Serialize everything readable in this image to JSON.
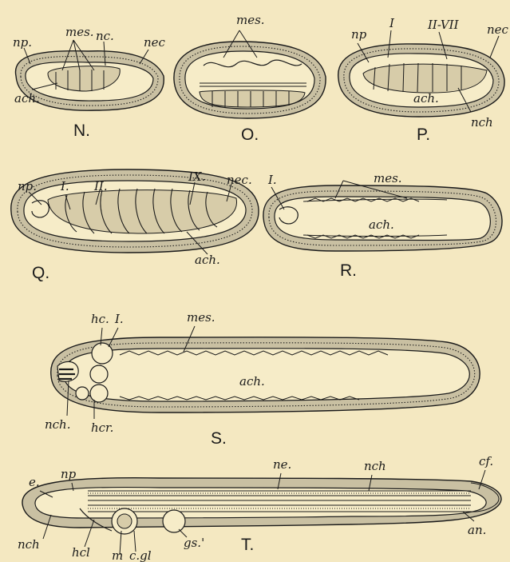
{
  "figures": {
    "N": {
      "letter": "N.",
      "labels": {
        "np": "np.",
        "mes": "mes.",
        "nc": "nc.",
        "nec": "nec",
        "ach": "ach."
      }
    },
    "O": {
      "letter": "O.",
      "labels": {
        "mes": "mes."
      }
    },
    "P": {
      "letter": "P.",
      "labels": {
        "np": "np",
        "seg1": "I",
        "seg27": "II-VII",
        "nec": "nec",
        "ach": "ach.",
        "nch": "nch"
      }
    },
    "Q": {
      "letter": "Q.",
      "labels": {
        "np": "np.",
        "seg1": "I.",
        "seg2": "II.",
        "seg9": "IX.",
        "nec": "nec.",
        "ach": "ach."
      }
    },
    "R": {
      "letter": "R.",
      "labels": {
        "seg1": "I.",
        "mes": "mes.",
        "ach": "ach."
      }
    },
    "S": {
      "letter": "S.",
      "labels": {
        "hc": "hc.",
        "seg1": "I.",
        "mes": "mes.",
        "ach": "ach.",
        "nch": "nch.",
        "hcr": "hcr."
      }
    },
    "T": {
      "letter": "T.",
      "labels": {
        "e": "e.",
        "np": "np",
        "ne": "ne.",
        "nch_top": "nch",
        "cf": "cf.",
        "nch_left": "nch",
        "hcl": "hcl",
        "m": "m",
        "cgl": "c.gl",
        "gs": "gs.'",
        "an": "an."
      }
    }
  }
}
